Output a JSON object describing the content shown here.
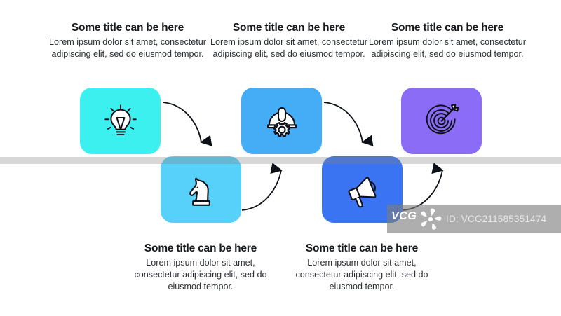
{
  "diagram": {
    "type": "process-infographic",
    "step_count": 5,
    "background_color": "#ffffff",
    "timeline_bar_color": "#c9c9c9",
    "steps": [
      {
        "index": 1,
        "icon": "lightbulb-icon",
        "color": "#3df0f0",
        "position": "top",
        "title": "Some title can be here",
        "body": "Lorem ipsum dolor sit amet, consectetur adipiscing elit, sed do eiusmod tempor."
      },
      {
        "index": 2,
        "icon": "chess-knight-icon",
        "color": "#57d0fa",
        "position": "bottom",
        "title": "Some title can be here",
        "body": "Lorem ipsum dolor sit amet, consectetur adipiscing elit, sed do eiusmod tempor."
      },
      {
        "index": 3,
        "icon": "hard-hat-gear-icon",
        "color": "#44adf5",
        "position": "top",
        "title": "Some title can be here",
        "body": "Lorem ipsum dolor sit amet, consectetur adipiscing elit, sed do eiusmod tempor."
      },
      {
        "index": 4,
        "icon": "megaphone-icon",
        "color": "#3b74f2",
        "position": "bottom",
        "title": "Some title can be here",
        "body": "Lorem ipsum dolor sit amet, consectetur adipiscing elit, sed do eiusmod tempor."
      },
      {
        "index": 5,
        "icon": "target-arrow-icon",
        "color": "#8a6cf6",
        "position": "top",
        "title": "Some title can be here",
        "body": "Lorem ipsum dolor sit amet, consectetur adipiscing elit, sed do eiusmod tempor."
      }
    ]
  },
  "watermark": {
    "brand": "VCG",
    "id_text": "ID: VCG211585351474"
  }
}
